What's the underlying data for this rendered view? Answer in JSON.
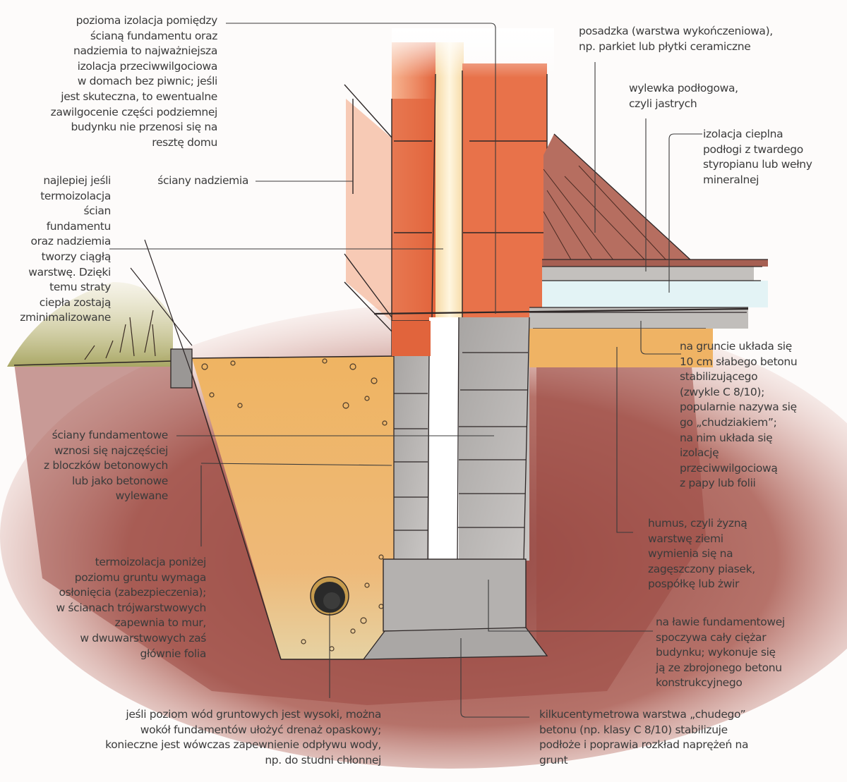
{
  "diagram": {
    "subject": "Przekrój fundamentu domu bez piwnicy",
    "colors": {
      "brick": "#e2673f",
      "brick_light": "#f2a27c",
      "concrete": "#b9b6b4",
      "sand": "#eab56a",
      "soil": "#9c4a43",
      "grass": "#b9b67a",
      "floor_finish": "#b86a5c",
      "insulation": "#dff1f3",
      "leader_line": "#3a3a3a"
    },
    "labels": [
      {
        "id": "horizontal-damp-proofing",
        "text": "pozioma izolacja pomiędzy\nścianą fundamentu oraz\nnadziemia to najważniejsza\nizolacja przeciwwilgociowa\nw domach bez piwnic; jeśli\njest skuteczna, to ewentualne\nzawilgocenie części podziemnej\nbudynku nie przenosi się na\nresztę domu"
      },
      {
        "id": "continuous-thermal-insulation",
        "text": "najlepiej jeśli\ntermoizolacja\nścian\nfundamentu\noraz nadziemia\ntworzy ciągłą\nwarstwę. Dzięki\ntemu straty\nciepła zostają\nzminimalizowane"
      },
      {
        "id": "above-ground-walls",
        "text": "ściany nadziemia"
      },
      {
        "id": "floor-finish",
        "text": "posadzka (warstwa wykończeniowa),\nnp. parkiet lub płytki ceramiczne"
      },
      {
        "id": "floor-screed",
        "text": "wylewka podłogowa,\nczyli jastrych"
      },
      {
        "id": "floor-thermal-insulation",
        "text": "izolacja cieplna\npodłogi z twardego\nstyropianu lub wełny\nmineralnej"
      },
      {
        "id": "lean-concrete-slab",
        "text": "na gruncie układa się\n10 cm słabego betonu\nstabilizującego\n(zwykle C 8/10);\npopularnie nazywa się\ngo „chudziakiem”;\nna nim układa się\nizolację\nprzeciwwilgociową\nz papy lub folii"
      },
      {
        "id": "foundation-walls",
        "text": "ściany fundamentowe\nwznosi się najczęściej\nz bloczków betonowych\nlub jako betonowe\nwylewane"
      },
      {
        "id": "humus-replacement",
        "text": "humus, czyli żyzną\nwarstwę ziemi\nwymienia się na\nzagęszczony piasek,\npospółkę lub żwir"
      },
      {
        "id": "below-ground-insulation-protection",
        "text": "termoizolacja poniżej\npoziomu gruntu wymaga\nosłonięcia (zabezpieczenia);\nw ścianach trójwarstwowych\nzapewnia to mur,\nw dwuwarstwowych zaś\ngłównie folia"
      },
      {
        "id": "footing",
        "text": "na ławie fundamentowej\nspoczywa cały ciężar\nbudynku; wykonuje się\nją ze zbrojonego betonu\nkonstrukcyjnego"
      },
      {
        "id": "perimeter-drainage",
        "text": "jeśli poziom wód gruntowych jest wysoki, można\nwokół fundamentów ułożyć drenaż opaskowy;\nkonieczne jest wówczas zapewnienie odpływu wody,\nnp. do studni chłonnej"
      },
      {
        "id": "lean-concrete-base",
        "text": "kilkucentymetrowa warstwa „chudego”\nbetonu (np. klasy C 8/10) stabilizuje\npodłoże i poprawia rozkład naprężeń na\ngrunt"
      }
    ]
  }
}
